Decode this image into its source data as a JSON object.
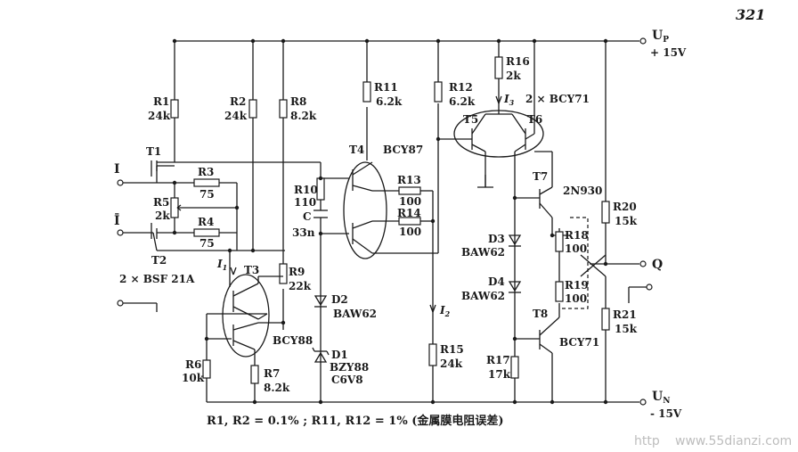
{
  "page_number": "321",
  "supply": {
    "up_name": "U",
    "up_sub": "P",
    "up_value": "+ 15V",
    "un_name": "U",
    "un_sub": "N",
    "un_value": "- 15V"
  },
  "inputs": {
    "in_pos": "I",
    "in_neg": "Ī",
    "output": "Q"
  },
  "currents": {
    "i1": "I",
    "i1_sub": "1",
    "i2": "I",
    "i2_sub": "2",
    "i3": "I",
    "i3_sub": "3"
  },
  "resistors": [
    {
      "id": "R1",
      "name": "R1",
      "value": "24k"
    },
    {
      "id": "R2",
      "name": "R2",
      "value": "24k"
    },
    {
      "id": "R3",
      "name": "R3",
      "value": "75"
    },
    {
      "id": "R4",
      "name": "R4",
      "value": "75"
    },
    {
      "id": "R5",
      "name": "R5",
      "value": "2k"
    },
    {
      "id": "R6",
      "name": "R6",
      "value": "10k"
    },
    {
      "id": "R7",
      "name": "R7",
      "value": "8.2k"
    },
    {
      "id": "R8",
      "name": "R8",
      "value": "8.2k"
    },
    {
      "id": "R9",
      "name": "R9",
      "value": "22k"
    },
    {
      "id": "R10",
      "name": "R10",
      "value": "110"
    },
    {
      "id": "R11",
      "name": "R11",
      "value": "6.2k"
    },
    {
      "id": "R12",
      "name": "R12",
      "value": "6.2k"
    },
    {
      "id": "R13",
      "name": "R13",
      "value": "100"
    },
    {
      "id": "R14",
      "name": "R14",
      "value": "100"
    },
    {
      "id": "R15",
      "name": "R15",
      "value": "24k"
    },
    {
      "id": "R16",
      "name": "R16",
      "value": "2k"
    },
    {
      "id": "R17",
      "name": "R17",
      "value": "17k"
    },
    {
      "id": "R18",
      "name": "R18",
      "value": "100"
    },
    {
      "id": "R19",
      "name": "R19",
      "value": "100"
    },
    {
      "id": "R20",
      "name": "R20",
      "value": "15k"
    },
    {
      "id": "R21",
      "name": "R21",
      "value": "15k"
    }
  ],
  "transistors": [
    {
      "id": "T1",
      "name": "T1"
    },
    {
      "id": "T2",
      "name": "T2",
      "type": "2 × BSF 21A"
    },
    {
      "id": "T3",
      "name": "T3",
      "type": "BCY88"
    },
    {
      "id": "T4",
      "name": "T4",
      "type": "BCY87"
    },
    {
      "id": "T5",
      "name": "T5"
    },
    {
      "id": "T6",
      "name": "T6",
      "type": "2 × BCY71"
    },
    {
      "id": "T7",
      "name": "T7",
      "type": "2N930"
    },
    {
      "id": "T8",
      "name": "T8",
      "type": "BCY71"
    }
  ],
  "capacitor": {
    "name": "C",
    "value": "33n"
  },
  "diodes": [
    {
      "id": "D1",
      "name": "D1",
      "type": "BZY88",
      "extra": "C6V8"
    },
    {
      "id": "D2",
      "name": "D2",
      "type": "BAW62"
    },
    {
      "id": "D3",
      "name": "D3",
      "type": "BAW62"
    },
    {
      "id": "D4",
      "name": "D4",
      "type": "BAW62"
    }
  ],
  "footnote": "R1, R2 = 0.1% ; R11, R12 = 1% (金属膜电阻误差)",
  "watermark": {
    "left": "http",
    "right": "www.55dianzi.com"
  }
}
